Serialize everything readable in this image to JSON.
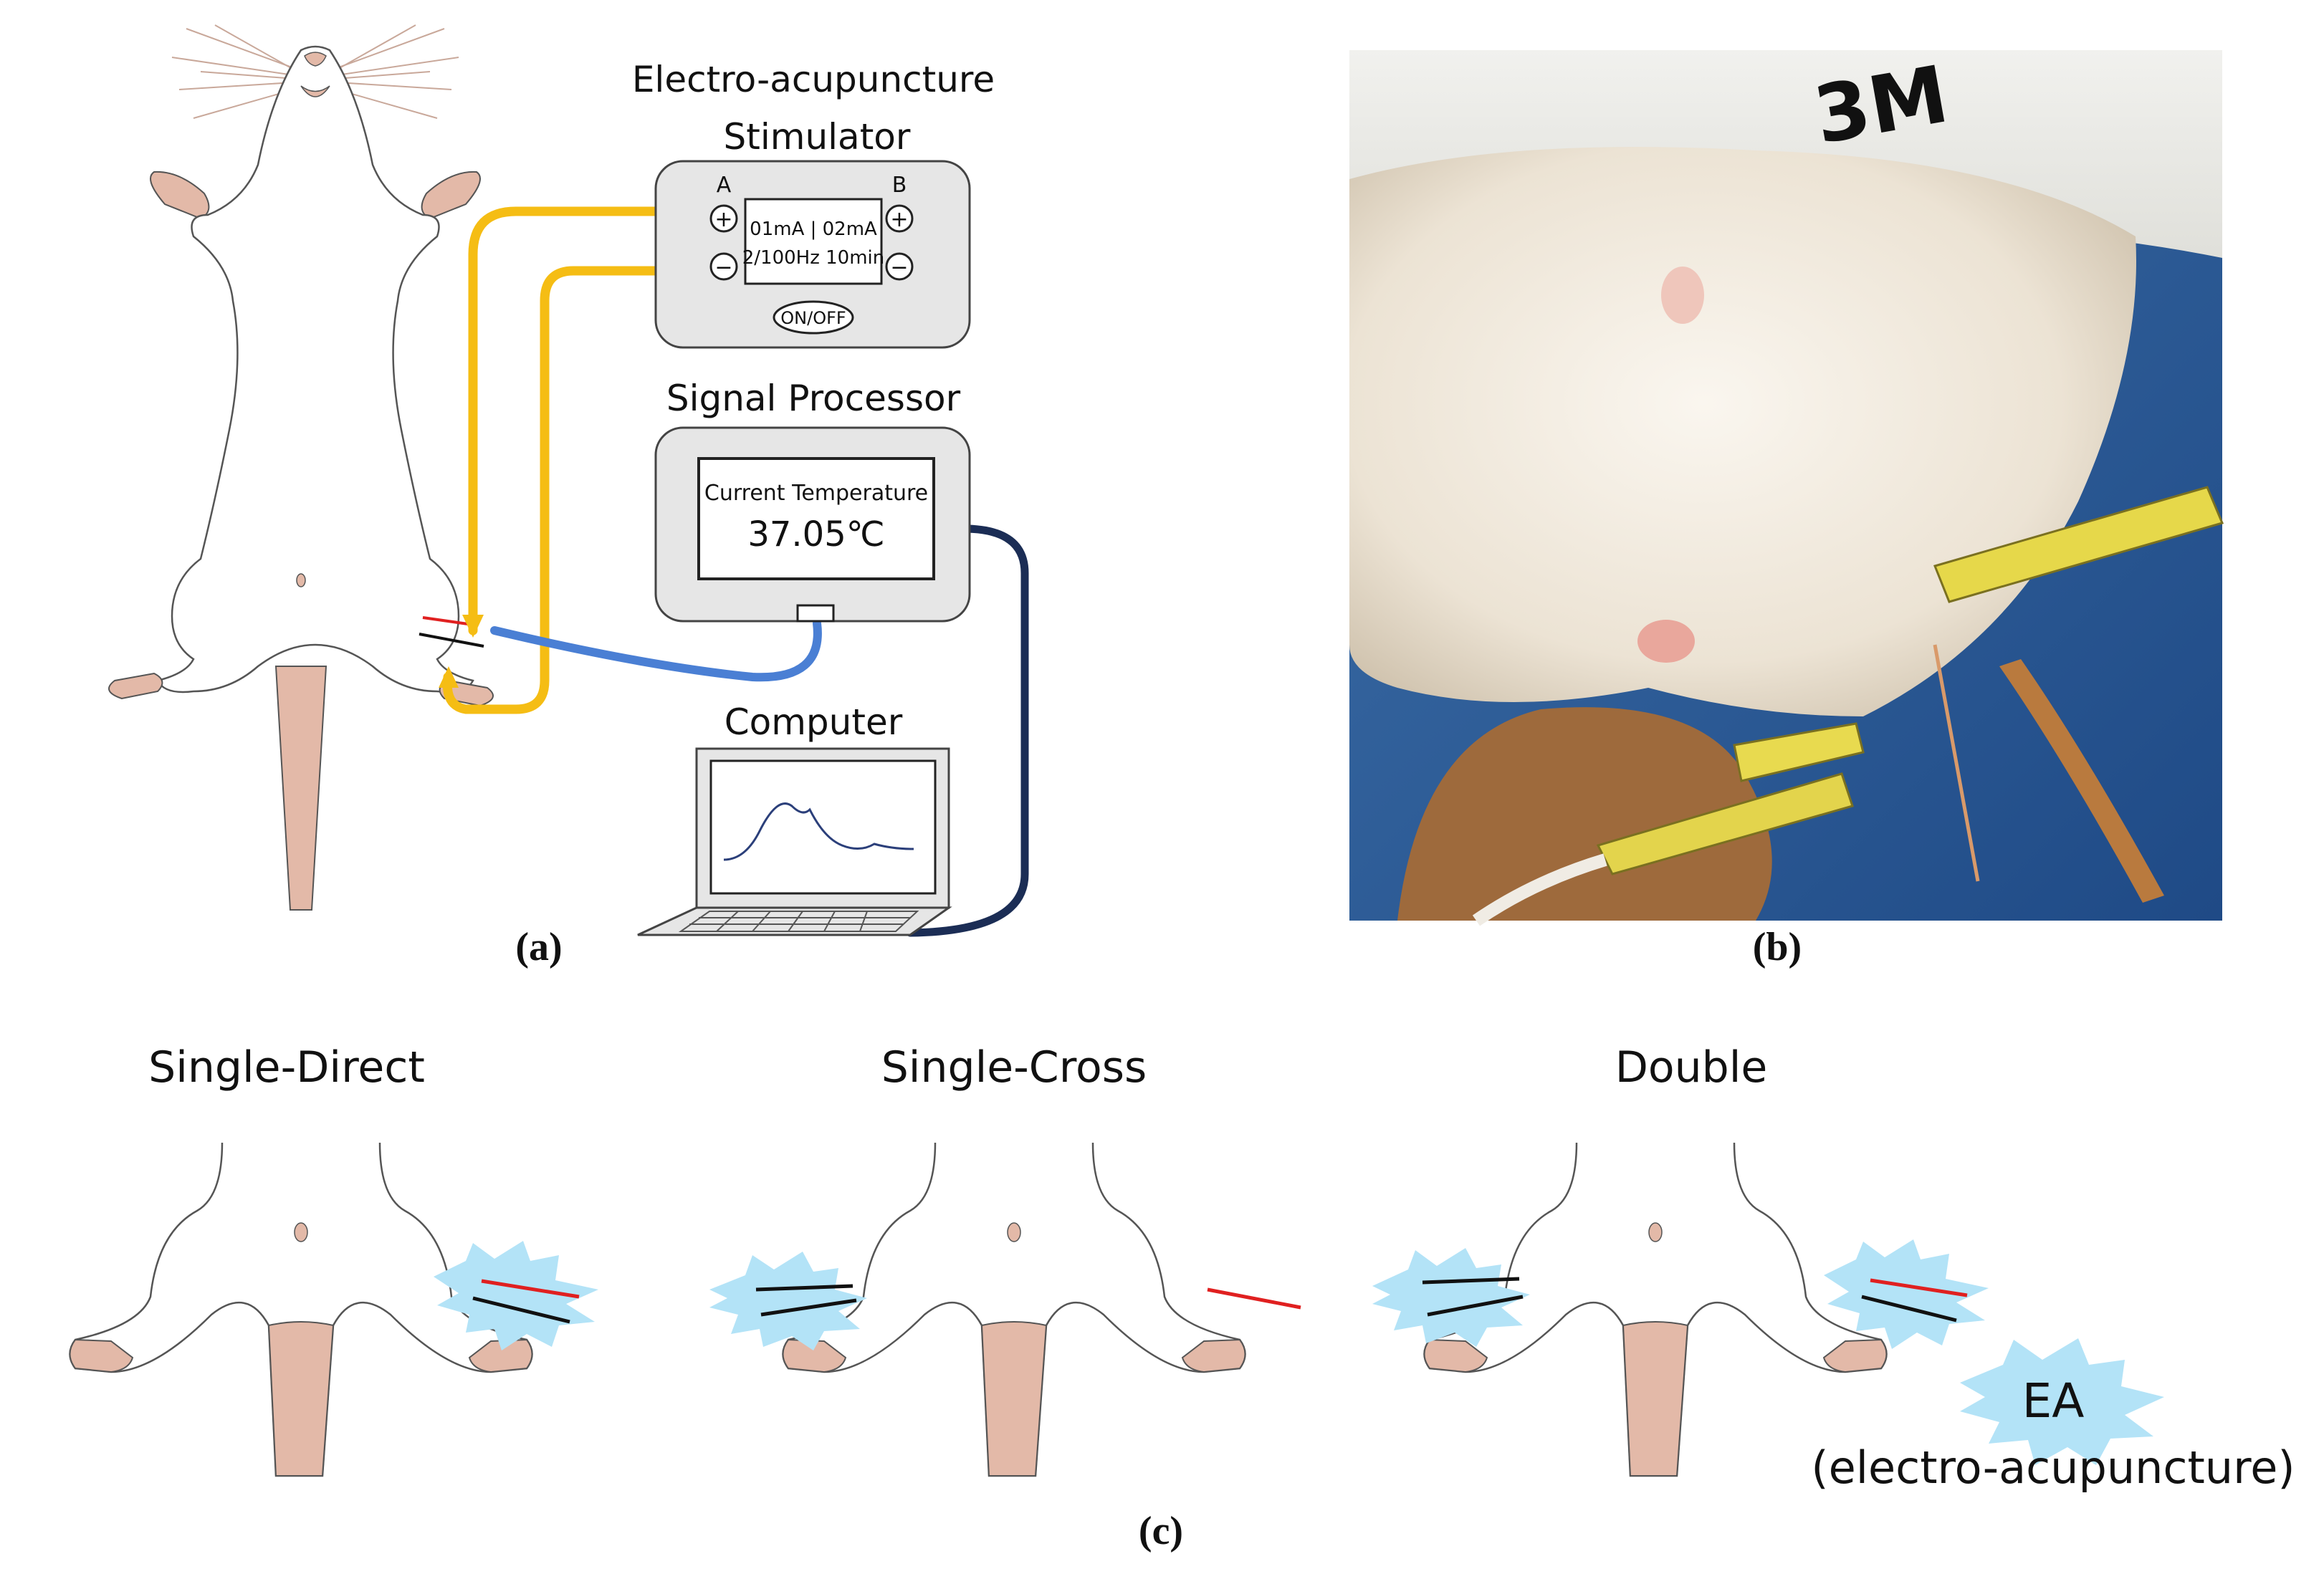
{
  "panel_a": {
    "caption": "(a)",
    "stimulator": {
      "title_line1": "Electro-acupuncture",
      "title_line2": "Stimulator",
      "channel_a": "A",
      "channel_b": "B",
      "plus": "+",
      "minus": "−",
      "display_line1": "01mA | 02mA",
      "display_line2": "2/100Hz 10min",
      "power_button": "ON/OFF"
    },
    "signal_processor": {
      "title": "Signal Processor",
      "display_label": "Current Temperature",
      "display_value": "37.05℃"
    },
    "computer": {
      "title": "Computer"
    },
    "colors": {
      "stimulator_lead": "#f5bd14",
      "sensor_cable": "#4a7fd4",
      "computer_cable": "#1b2d55",
      "needle_red": "#e02020",
      "needle_black": "#111111",
      "skin_pink": "#e3b9a8",
      "device_gray": "#e6e6e6"
    }
  },
  "panel_b": {
    "caption": "(b)",
    "photo_brand_text": "3M"
  },
  "panel_c": {
    "caption": "(c)",
    "variants": [
      {
        "title": "Single-Direct"
      },
      {
        "title": "Single-Cross"
      },
      {
        "title": "Double"
      }
    ],
    "legend_burst": "EA",
    "legend_text": "(electro-acupuncture)",
    "burst_color": "#b3e3f7"
  }
}
